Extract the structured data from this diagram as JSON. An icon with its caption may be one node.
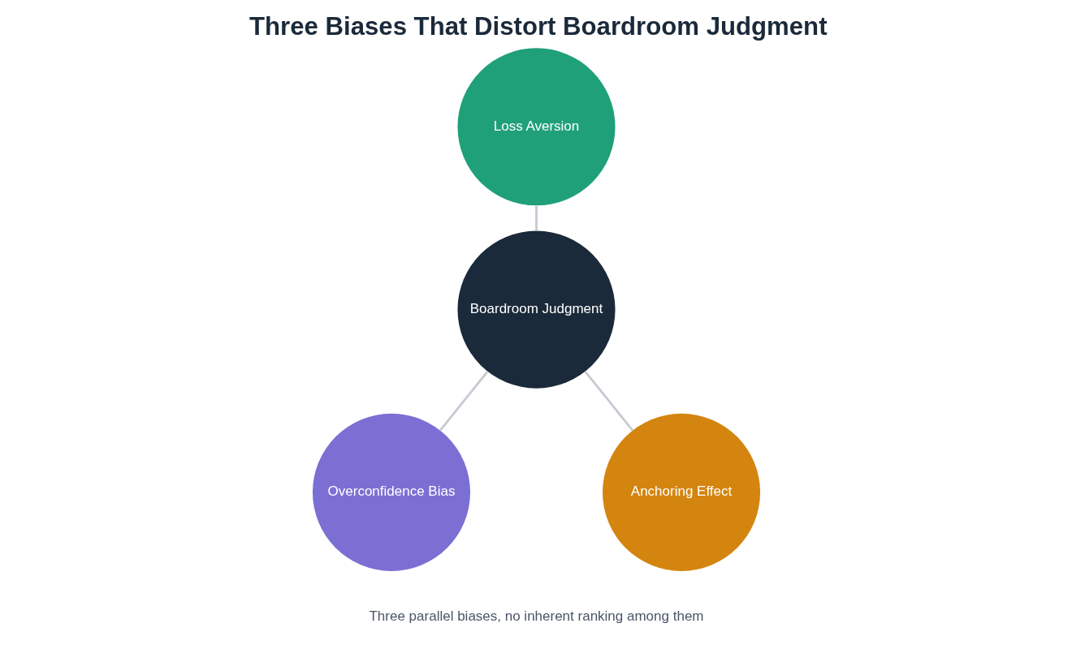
{
  "diagram": {
    "title": "Three Biases That Distort Boardroom Judgment",
    "nodes": [
      {
        "text": [
          "Boardroom Judgment"
        ]
      },
      {
        "text": [
          "Loss Aversion"
        ]
      },
      {
        "text": [
          "Overconfidence Bias"
        ]
      },
      {
        "text": [
          "Anchoring Effect"
        ]
      }
    ],
    "edges": [
      {
        "from": 0,
        "to": 1,
        "arrow": "none"
      },
      {
        "from": 0,
        "to": 2,
        "arrow": "none"
      },
      {
        "from": 0,
        "to": 3,
        "arrow": "none"
      }
    ],
    "labels": [
      "Three parallel biases, no inherent ranking among them"
    ]
  }
}
